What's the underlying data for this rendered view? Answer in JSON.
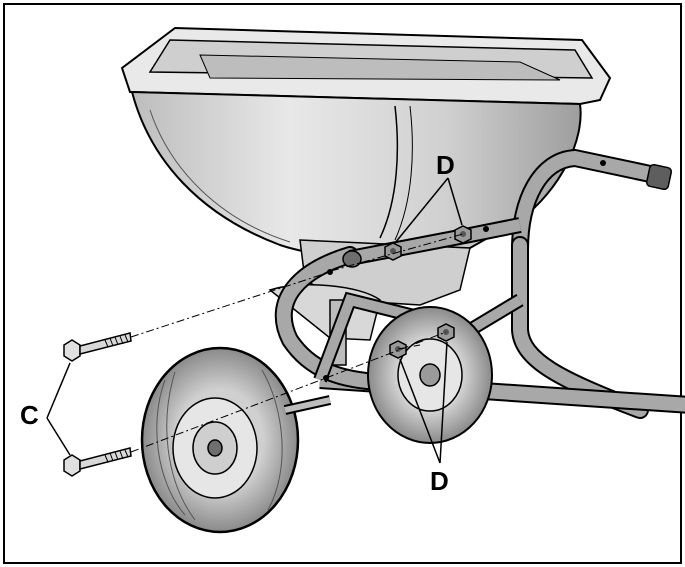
{
  "callouts": {
    "top_d": "D",
    "bottom_d": "D",
    "left_c": "C"
  },
  "colors": {
    "line": "#000000",
    "metal": "#9a9a9a",
    "metal_dark": "#6e6e6e",
    "plastic": "#d9d9d9",
    "plastic_light": "#eeeeee",
    "tire": "#b5b5b5",
    "tire_dark": "#7d7d7d",
    "hub": "#e6e6e6"
  }
}
